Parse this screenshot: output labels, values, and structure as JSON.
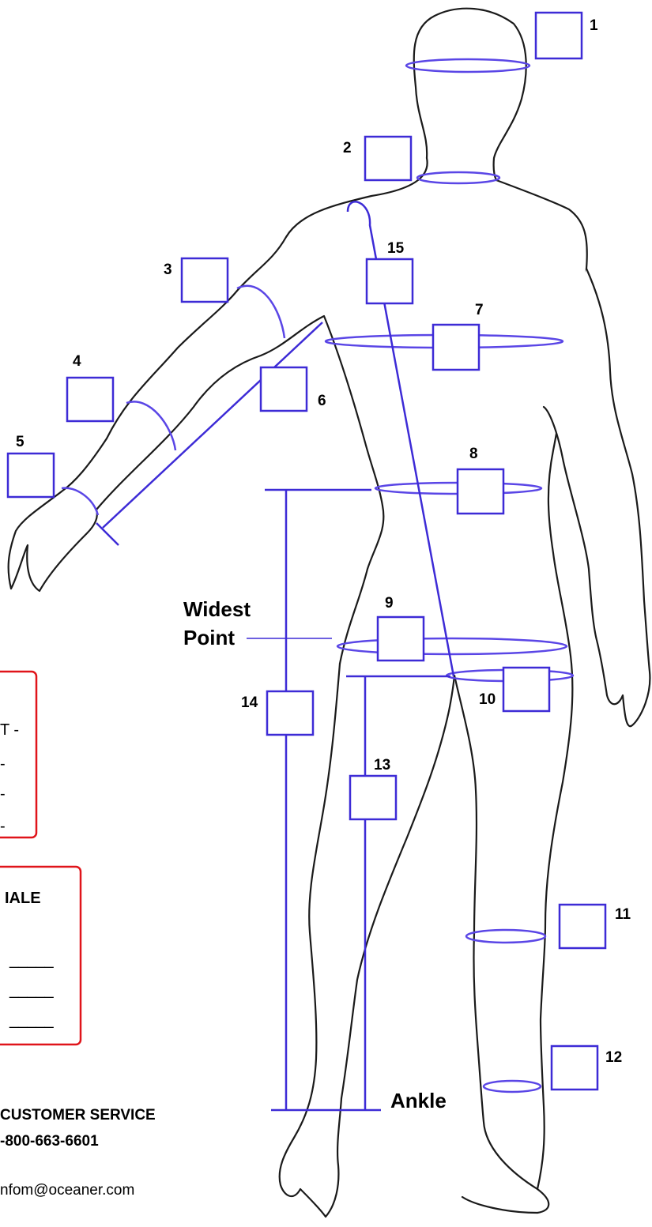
{
  "measurement_points": [
    {
      "number": "1"
    },
    {
      "number": "2"
    },
    {
      "number": "3"
    },
    {
      "number": "4"
    },
    {
      "number": "5"
    },
    {
      "number": "6"
    },
    {
      "number": "7"
    },
    {
      "number": "8"
    },
    {
      "number": "9"
    },
    {
      "number": "10"
    },
    {
      "number": "11"
    },
    {
      "number": "12"
    },
    {
      "number": "13"
    },
    {
      "number": "14"
    },
    {
      "number": "15"
    }
  ],
  "labels": {
    "widest_line1": "Widest",
    "widest_line2": "Point",
    "ankle": "Ankle"
  },
  "panel_top": {
    "row1": "T -",
    "row2": "-",
    "row3": "-",
    "row4": "-"
  },
  "panel_bottom": {
    "heading": "IALE",
    "blank1": "_____",
    "blank2": "_____",
    "blank3": "_____"
  },
  "contact": {
    "service": "CUSTOMER SERVICE",
    "phone": "-800-663-6601",
    "email": "nfom@oceaner.com"
  },
  "colors": {
    "measure": "#3d2bd6",
    "panel_border": "#e0141a",
    "outline": "#1a1a1a"
  }
}
